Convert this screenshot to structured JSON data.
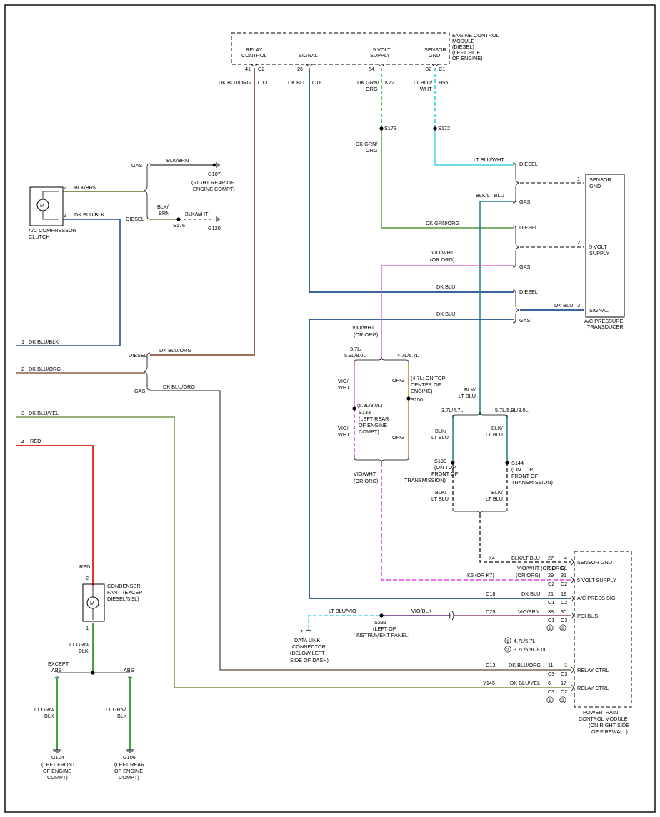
{
  "modules": {
    "ecm": {
      "title_lines": [
        "ENGINE CONTROL",
        "MODULE",
        "(DIESEL)",
        "(LEFT SIDE",
        "OF ENGINE)"
      ]
    },
    "transducer": {
      "title_lines": [
        "A/C PRESSURE",
        "TRANSDUCER"
      ]
    },
    "pcm": {
      "title_lines": [
        "POWERTRAIN",
        "CONTROL MODULE",
        "(ON RIGHT SIDE",
        "OF FIREWALL)"
      ]
    },
    "compressor": {
      "title_lines": [
        "A/C COMPRESSOR",
        "CLUTCH"
      ]
    },
    "fan": {
      "title_lines": [
        "CONDENSER",
        "FAN",
        "(EXCEPT",
        "DIESEL/5.9L)"
      ]
    },
    "dlc": {
      "title_lines": [
        "DATA LINK",
        "CONNECTOR",
        "(BELOW LEFT",
        "SIDE OF DASH)"
      ]
    }
  },
  "ecm_pins": {
    "relay_control": {
      "name": [
        "RELAY",
        "CONTROL"
      ],
      "pin": "41",
      "conn": "C2"
    },
    "signal": {
      "name": [
        "SIGNAL"
      ],
      "pin": "26",
      "conn": ""
    },
    "five_volt": {
      "name": [
        "5 VOLT",
        "SUPPLY"
      ],
      "pin": "54",
      "conn": ""
    },
    "sensor_gnd": {
      "name": [
        "SENSOR",
        "GND"
      ],
      "pin": "32",
      "conn": "C1"
    }
  },
  "ecm_wires": {
    "relay_control": {
      "color": "DK BLU/ORG",
      "circuit": "C13"
    },
    "signal": {
      "color": "DK BLU",
      "circuit": "C18"
    },
    "five_volt": {
      "color": [
        "DK GRN/",
        "ORG"
      ],
      "circuit": "K72"
    },
    "sensor_gnd": {
      "color": [
        "LT BLU/",
        "WHT"
      ],
      "circuit": "H55"
    }
  },
  "splices": {
    "s173": "S173",
    "s172": "S172",
    "s176": "S176",
    "s133": {
      "name": "S133",
      "note": [
        "(5.9L/8.0L)",
        "(LEFT REAR",
        "OF ENGINE",
        "COMPT)"
      ]
    },
    "s150": {
      "name": "S150",
      "note": [
        "(4.7L: ON TOP",
        "CENTER OF",
        "ENGINE)"
      ]
    },
    "s130": {
      "name": "S130",
      "note": [
        "(ON TOP",
        "FRONT OF",
        "TRANSMISSION)"
      ]
    },
    "s144": {
      "name": "S144",
      "note": [
        "(ON TOP",
        "FRONT OF",
        "TRANSMISSION)"
      ]
    },
    "s231": {
      "name": "S231",
      "note": [
        "(LEFT OF",
        "INSTRUMENT PANEL)"
      ]
    }
  },
  "grounds": {
    "g107": {
      "name": "G107",
      "note": [
        "(RIGHT REAR OF",
        "ENGINE COMPT)"
      ]
    },
    "g120": {
      "name": "G120"
    },
    "g104": {
      "name": "G104",
      "note": [
        "(LEFT FRONT",
        "OF ENGINE",
        "COMPT)"
      ]
    },
    "g106": {
      "name": "G106",
      "note": [
        "(LEFT REAR",
        "OF ENGINE",
        "COMPT)"
      ]
    }
  },
  "labels": {
    "gas": "GAS",
    "diesel": "DIESEL",
    "except_abs": [
      "EXCEPT",
      "ABS"
    ],
    "abs": "ABS",
    "engine_37_59": [
      "3.7L/",
      "5.9L/8.0L"
    ],
    "engine_47_57": "4.7L/5.7L",
    "engine_37_47": "3.7L/4.7L",
    "engine_57_59": "5.7L/5.9L/8.0L",
    "legend_1": "4.7L/5.7L",
    "legend_2": "3.7L/5.9L/8.0L",
    "legend_num_1": "1",
    "legend_num_2": "2"
  },
  "wire_colors": {
    "blk_brn": "BLK/BRN",
    "blk_brn_split": [
      "BLK/",
      "BRN"
    ],
    "blk_wht": "BLK/WHT",
    "dk_blu_blk": "DK BLU/BLK",
    "dk_blu_org": "DK BLU/ORG",
    "dk_blu": "DK BLU",
    "dk_blu_yel": "DK BLU/YEL",
    "red": "RED",
    "lt_blu_wht": "LT BLU/WHT",
    "blk_lt_blu": "BLK/LT BLU",
    "blk_lt_blu_split": [
      "BLK/",
      "LT BLU"
    ],
    "dk_grn_org": "DK GRN/ORG",
    "dk_grn_org_split": [
      "DK GRN/",
      "ORG"
    ],
    "vio_wht_or_org": [
      "VIO/WHT",
      "(OR ORG)"
    ],
    "vio_wht_split": [
      "VIO/",
      "WHT"
    ],
    "org": "ORG",
    "lt_grn_blk": [
      "LT GRN/",
      "BLK"
    ],
    "lt_blu_vio": "LT BLU/VIO",
    "vio_blk": "VIO/BLK",
    "vio_brn": "VIO/BRN",
    "vio_wht_or_org_inline": "VIO/WHT (OR ORG)"
  },
  "compressor_pins": {
    "p2": "2",
    "p1": "1"
  },
  "fan_pins": {
    "p2": "2",
    "p1": "1"
  },
  "transducer_pins": {
    "sensor_gnd": {
      "pin": "1",
      "name": [
        "SENSOR",
        "GND"
      ]
    },
    "five_volt": {
      "pin": "2",
      "name": [
        "5 VOLT",
        "SUPPLY"
      ]
    },
    "signal": {
      "pin": "3",
      "name": [
        "SIGNAL"
      ]
    }
  },
  "left_connectors": [
    {
      "num": "1",
      "color": "DK BLU/BLK"
    },
    {
      "num": "2",
      "color": "DK BLU/ORG"
    },
    {
      "num": "3",
      "color": "DK BLU/YEL"
    },
    {
      "num": "4",
      "color": "RED"
    }
  ],
  "dlc_pin": "2",
  "pcm_rows": [
    {
      "circuit": "K4",
      "color": "BLK/LT BLU",
      "pin1": "27",
      "pin2": "4",
      "c1": "",
      "c2": "",
      "name": "SENSOR GND"
    },
    {
      "circuit": "",
      "color": "VIO/WHT (OR ORG)",
      "pin1": "C2",
      "pin2": "C1",
      "c1": "",
      "c2": "",
      "name": ""
    },
    {
      "circuit": "K5 (OR K7)",
      "color": "",
      "pin1": "29",
      "pin2": "31",
      "c1": "C2",
      "c2": "C2",
      "name": "5 VOLT SUPPLY"
    },
    {
      "circuit": "C18",
      "color": "DK BLU",
      "pin1": "21",
      "pin2": "19",
      "c1": "C1",
      "c2": "C2",
      "name": "A/C PRESS SIG"
    },
    {
      "circuit": "D25",
      "color": "VIO/BRN",
      "pin1": "38",
      "pin2": "30",
      "c1": "C1",
      "c2": "C3",
      "name": "PCI BUS"
    },
    {
      "circuit": "C13",
      "color": "DK BLU/ORG",
      "pin1": "11",
      "pin2": "1",
      "c1": "C3",
      "c2": "C3",
      "name": "RELAY CTRL"
    },
    {
      "circuit": "Y145",
      "color": "DK BLU/YEL",
      "pin1": "6",
      "pin2": "17",
      "c1": "C3",
      "c2": "C2",
      "name": "RELAY CTRL"
    }
  ],
  "wire_palette": {
    "dk_blu": "#1d4f8f",
    "dk_blu_org": "#7a3a28",
    "dk_blu_org_gas": "#5a4a3a",
    "dk_blu_yel": "#5d7f2a",
    "dk_grn_org": "#4f9a3a",
    "dk_grn_org_dash": "#43b043",
    "lt_blu_wht": "#3fd4e8",
    "blk_lt_blu": "#1a7a8a",
    "vio_wht": "#e060e0",
    "vio_wht_dash": "#e040e0",
    "org": "#d08a1a",
    "red": "#e31b1b",
    "lt_grn_blk": "#2a9a2a",
    "blk_brn": "#6a6a30",
    "vio_blk": "#5a2a7a",
    "vio_brn": "#8a3a6a",
    "black": "#000000"
  }
}
